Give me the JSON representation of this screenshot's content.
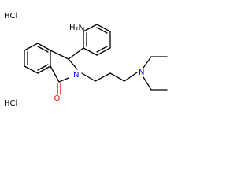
{
  "molecule": {
    "salt_labels": [
      "HCl",
      "HCl"
    ],
    "atom_labels": {
      "amine": "H₂N",
      "ring_nitrogen": "N",
      "carbonyl_oxygen": "O",
      "tertiary_nitrogen": "N"
    },
    "colors": {
      "bond": "#000000",
      "nitrogen": "#0000ff",
      "oxygen": "#ff0000",
      "salt": "#000000"
    }
  }
}
